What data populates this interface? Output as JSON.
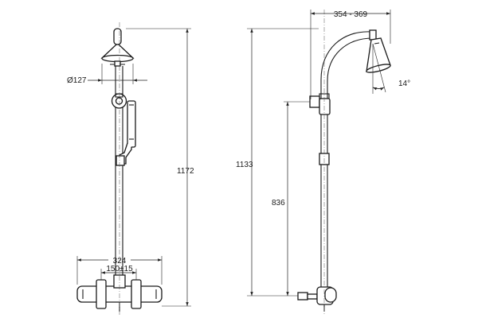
{
  "front_view": {
    "dimensions": {
      "head_diameter": "Ø127",
      "overall_height": "1172",
      "valve_width": "324",
      "inlet_centres": "150±15"
    }
  },
  "side_view": {
    "dimensions": {
      "arm_reach": "354 - 369",
      "head_tilt": "14°",
      "overall_height": "1133",
      "bracket_height": "836"
    }
  },
  "colors": {
    "line": "#1a1a1a",
    "background": "#ffffff"
  }
}
